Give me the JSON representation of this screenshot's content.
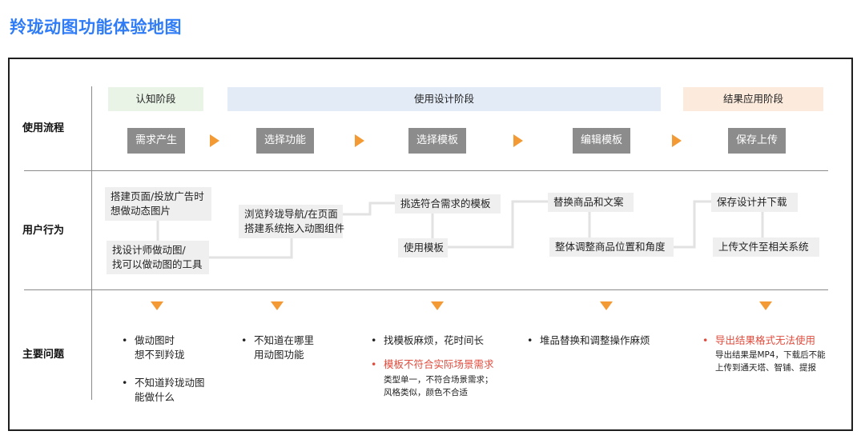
{
  "page": {
    "title": "羚珑动图功能体验地图"
  },
  "rows": {
    "flow": "使用流程",
    "behavior": "用户行为",
    "issues": "主要问题"
  },
  "stages": [
    "认知阶段",
    "使用设计阶段",
    "结果应用阶段"
  ],
  "stage_colors": [
    "#e9f4e7",
    "#e3ebf6",
    "#fcebdc"
  ],
  "steps": [
    "需求产生",
    "选择功能",
    "选择模板",
    "编辑模板",
    "保存上传"
  ],
  "accent_color": "#f39a34",
  "behaviors": {
    "b1": "搭建页面/投放广告时",
    "b1b": "想做动态图片",
    "b2": "找设计师做动图/",
    "b2b": "找可以做动图的工具",
    "b3": "浏览羚珑导航/在页面",
    "b3b": "搭建系统拖入动图组件",
    "b4": "挑选符合需求的模板",
    "b5": "使用模板",
    "b6": "替换商品和文案",
    "b7": "整体调整商品位置和角度",
    "b8": "保存设计并下载",
    "b9": "上传文件至相关系统"
  },
  "issues": {
    "i1a": "做动图时",
    "i1b": "想不到羚珑",
    "i2a": "不知道羚珑动图",
    "i2b": "能做什么",
    "i3a": "不知道在哪里",
    "i3b": "用动图功能",
    "i4": "找模板麻烦，花时间长",
    "i5": "模板不符合实际场景需求",
    "i5d1": "类型单一，不符合场景需求；",
    "i5d2": "风格类似，颜色不合适",
    "i6": "堆品替换和调整操作麻烦",
    "i7": "导出结果格式无法使用",
    "i7d1": "导出结果是MP4，下载后不能",
    "i7d2": "上传到通天塔、智铺、提报"
  },
  "bullet": "•"
}
